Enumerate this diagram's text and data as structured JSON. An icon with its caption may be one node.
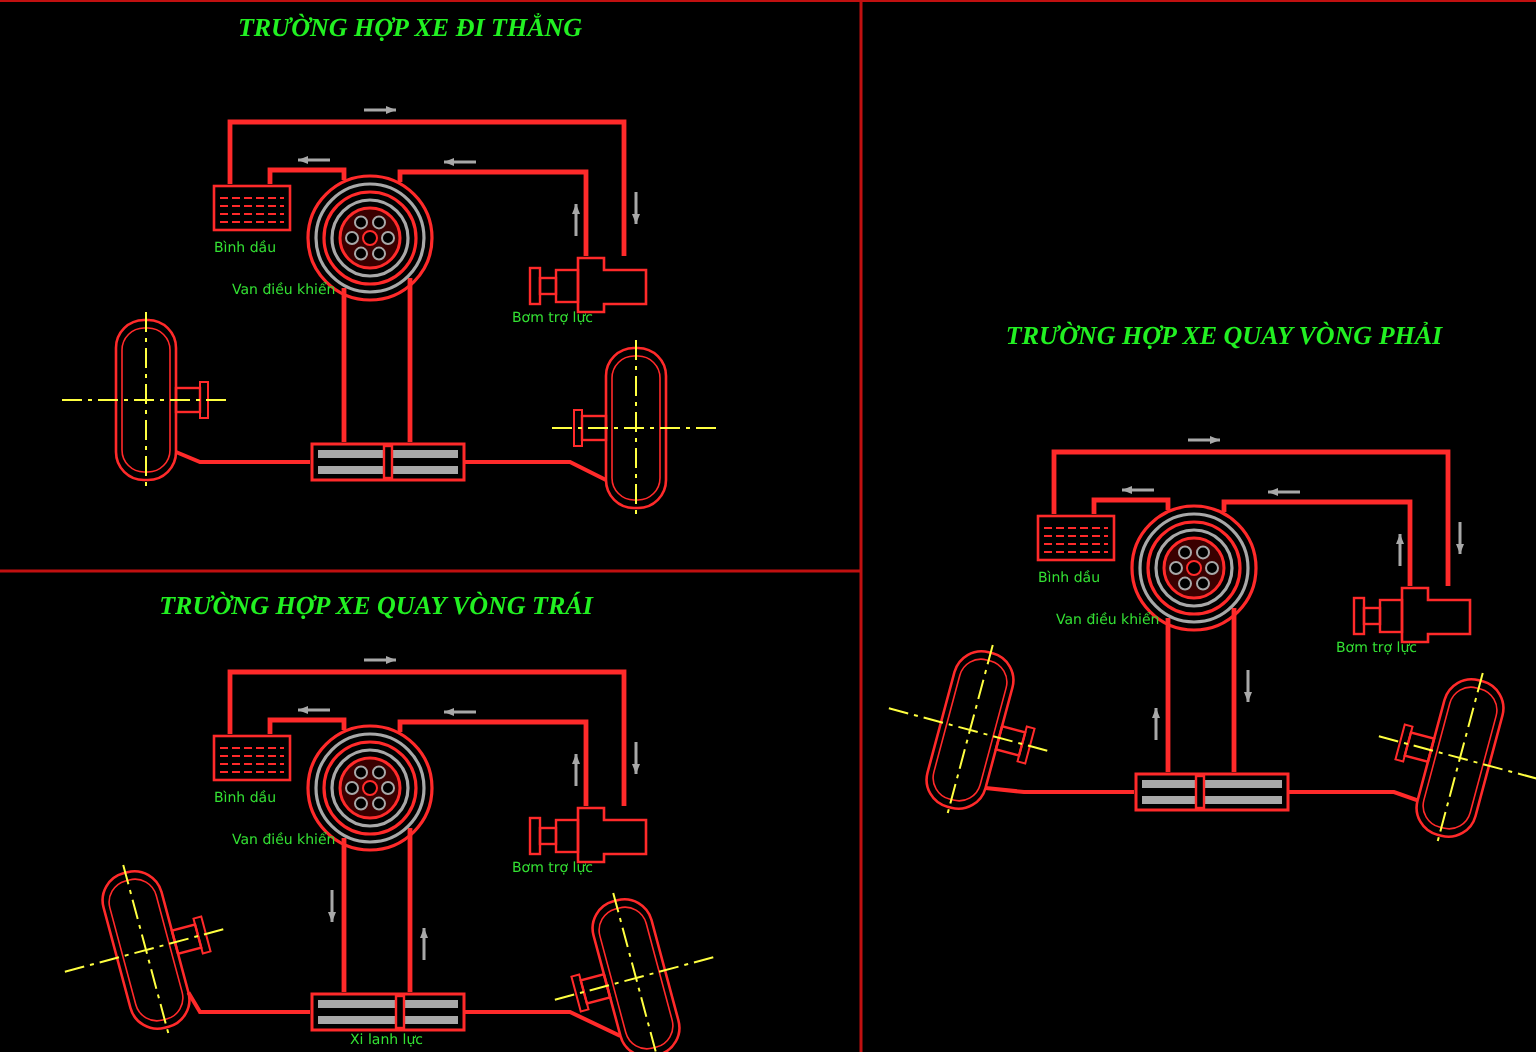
{
  "diagram": {
    "nodes": [
      {
        "text": [
          "Bình dầu"
        ]
      },
      {
        "text": [
          "Van điều khiển"
        ]
      },
      {
        "text": [
          "Bơm trợ lực"
        ]
      },
      {
        "text": [],
        "shape": "wheel"
      },
      {
        "text": [],
        "shape": "box"
      },
      {
        "text": [],
        "shape": "wheel"
      },
      {
        "text": [
          "Bình dầu"
        ]
      },
      {
        "text": [
          "Van điều khiển"
        ]
      },
      {
        "text": [
          "Bơm trợ lực"
        ]
      },
      {
        "text": [],
        "shape": "wheel"
      },
      {
        "text": [],
        "shape": "box"
      },
      {
        "text": [],
        "shape": "wheel"
      },
      {
        "text": [
          "Bình dầu"
        ]
      },
      {
        "text": [
          "Van điều khiển"
        ]
      },
      {
        "text": [
          "Bơm trợ lực"
        ]
      },
      {
        "text": [],
        "shape": "wheel"
      },
      {
        "text": [
          "Xi lanh lực"
        ]
      },
      {
        "text": [],
        "shape": "wheel"
      }
    ],
    "edges": [
      {
        "from": 0,
        "to": 2,
        "arrow": "none"
      },
      {
        "from": 1,
        "to": 0,
        "arrow": "none"
      },
      {
        "from": 2,
        "to": 1,
        "arrow": "none"
      },
      {
        "from": 1,
        "to": 4,
        "arrow": "none"
      },
      {
        "from": 1,
        "to": 4,
        "arrow": "none"
      },
      {
        "from": 4,
        "to": 3,
        "arrow": "none"
      },
      {
        "from": 4,
        "to": 5,
        "arrow": "none"
      },
      {
        "from": 6,
        "to": 8,
        "arrow": "none"
      },
      {
        "from": 7,
        "to": 6,
        "arrow": "none"
      },
      {
        "from": 8,
        "to": 7,
        "arrow": "none"
      },
      {
        "from": 7,
        "to": 10,
        "arrow": "none"
      },
      {
        "from": 7,
        "to": 10,
        "arrow": "none"
      },
      {
        "from": 10,
        "to": 9,
        "arrow": "none"
      },
      {
        "from": 10,
        "to": 11,
        "arrow": "none"
      },
      {
        "from": 12,
        "to": 14,
        "arrow": "none"
      },
      {
        "from": 13,
        "to": 12,
        "arrow": "none"
      },
      {
        "from": 14,
        "to": 13,
        "arrow": "none"
      },
      {
        "from": 13,
        "to": 16,
        "arrow": "none"
      },
      {
        "from": 13,
        "to": 16,
        "arrow": "none"
      },
      {
        "from": 16,
        "to": 15,
        "arrow": "none"
      },
      {
        "from": 16,
        "to": 17,
        "arrow": "none"
      }
    ],
    "labels": [
      "TRƯỜNG HỢP XE ĐI THẲNG",
      "TRƯỜNG HỢP XE QUAY VÒNG PHẢI",
      "TRƯỜNG HỢP XE QUAY VÒNG TRÁI"
    ]
  }
}
